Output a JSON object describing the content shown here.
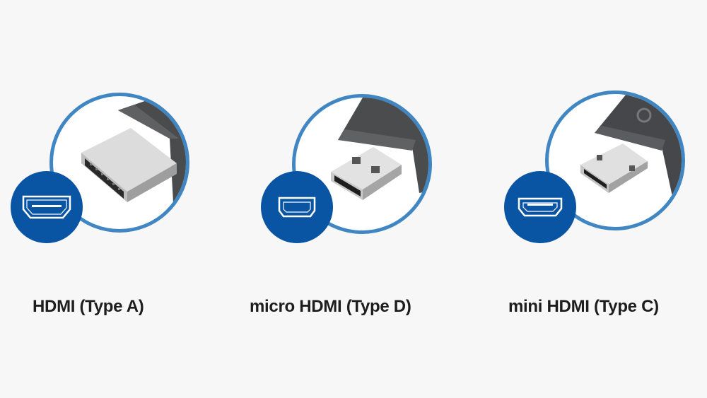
{
  "colors": {
    "background": "#f7f7f7",
    "ring_blue": "#3f86c3",
    "badge_blue": "#0a55a3",
    "label_text": "#1d1d1d"
  },
  "connectors": [
    {
      "id": "type-a",
      "label": "HDMI (Type A)",
      "icon": "hdmi-type-a-port-icon"
    },
    {
      "id": "type-d",
      "label": "micro HDMI (Type D)",
      "icon": "micro-hdmi-port-icon"
    },
    {
      "id": "type-c",
      "label": "mini HDMI (Type C)",
      "icon": "mini-hdmi-port-icon"
    }
  ]
}
